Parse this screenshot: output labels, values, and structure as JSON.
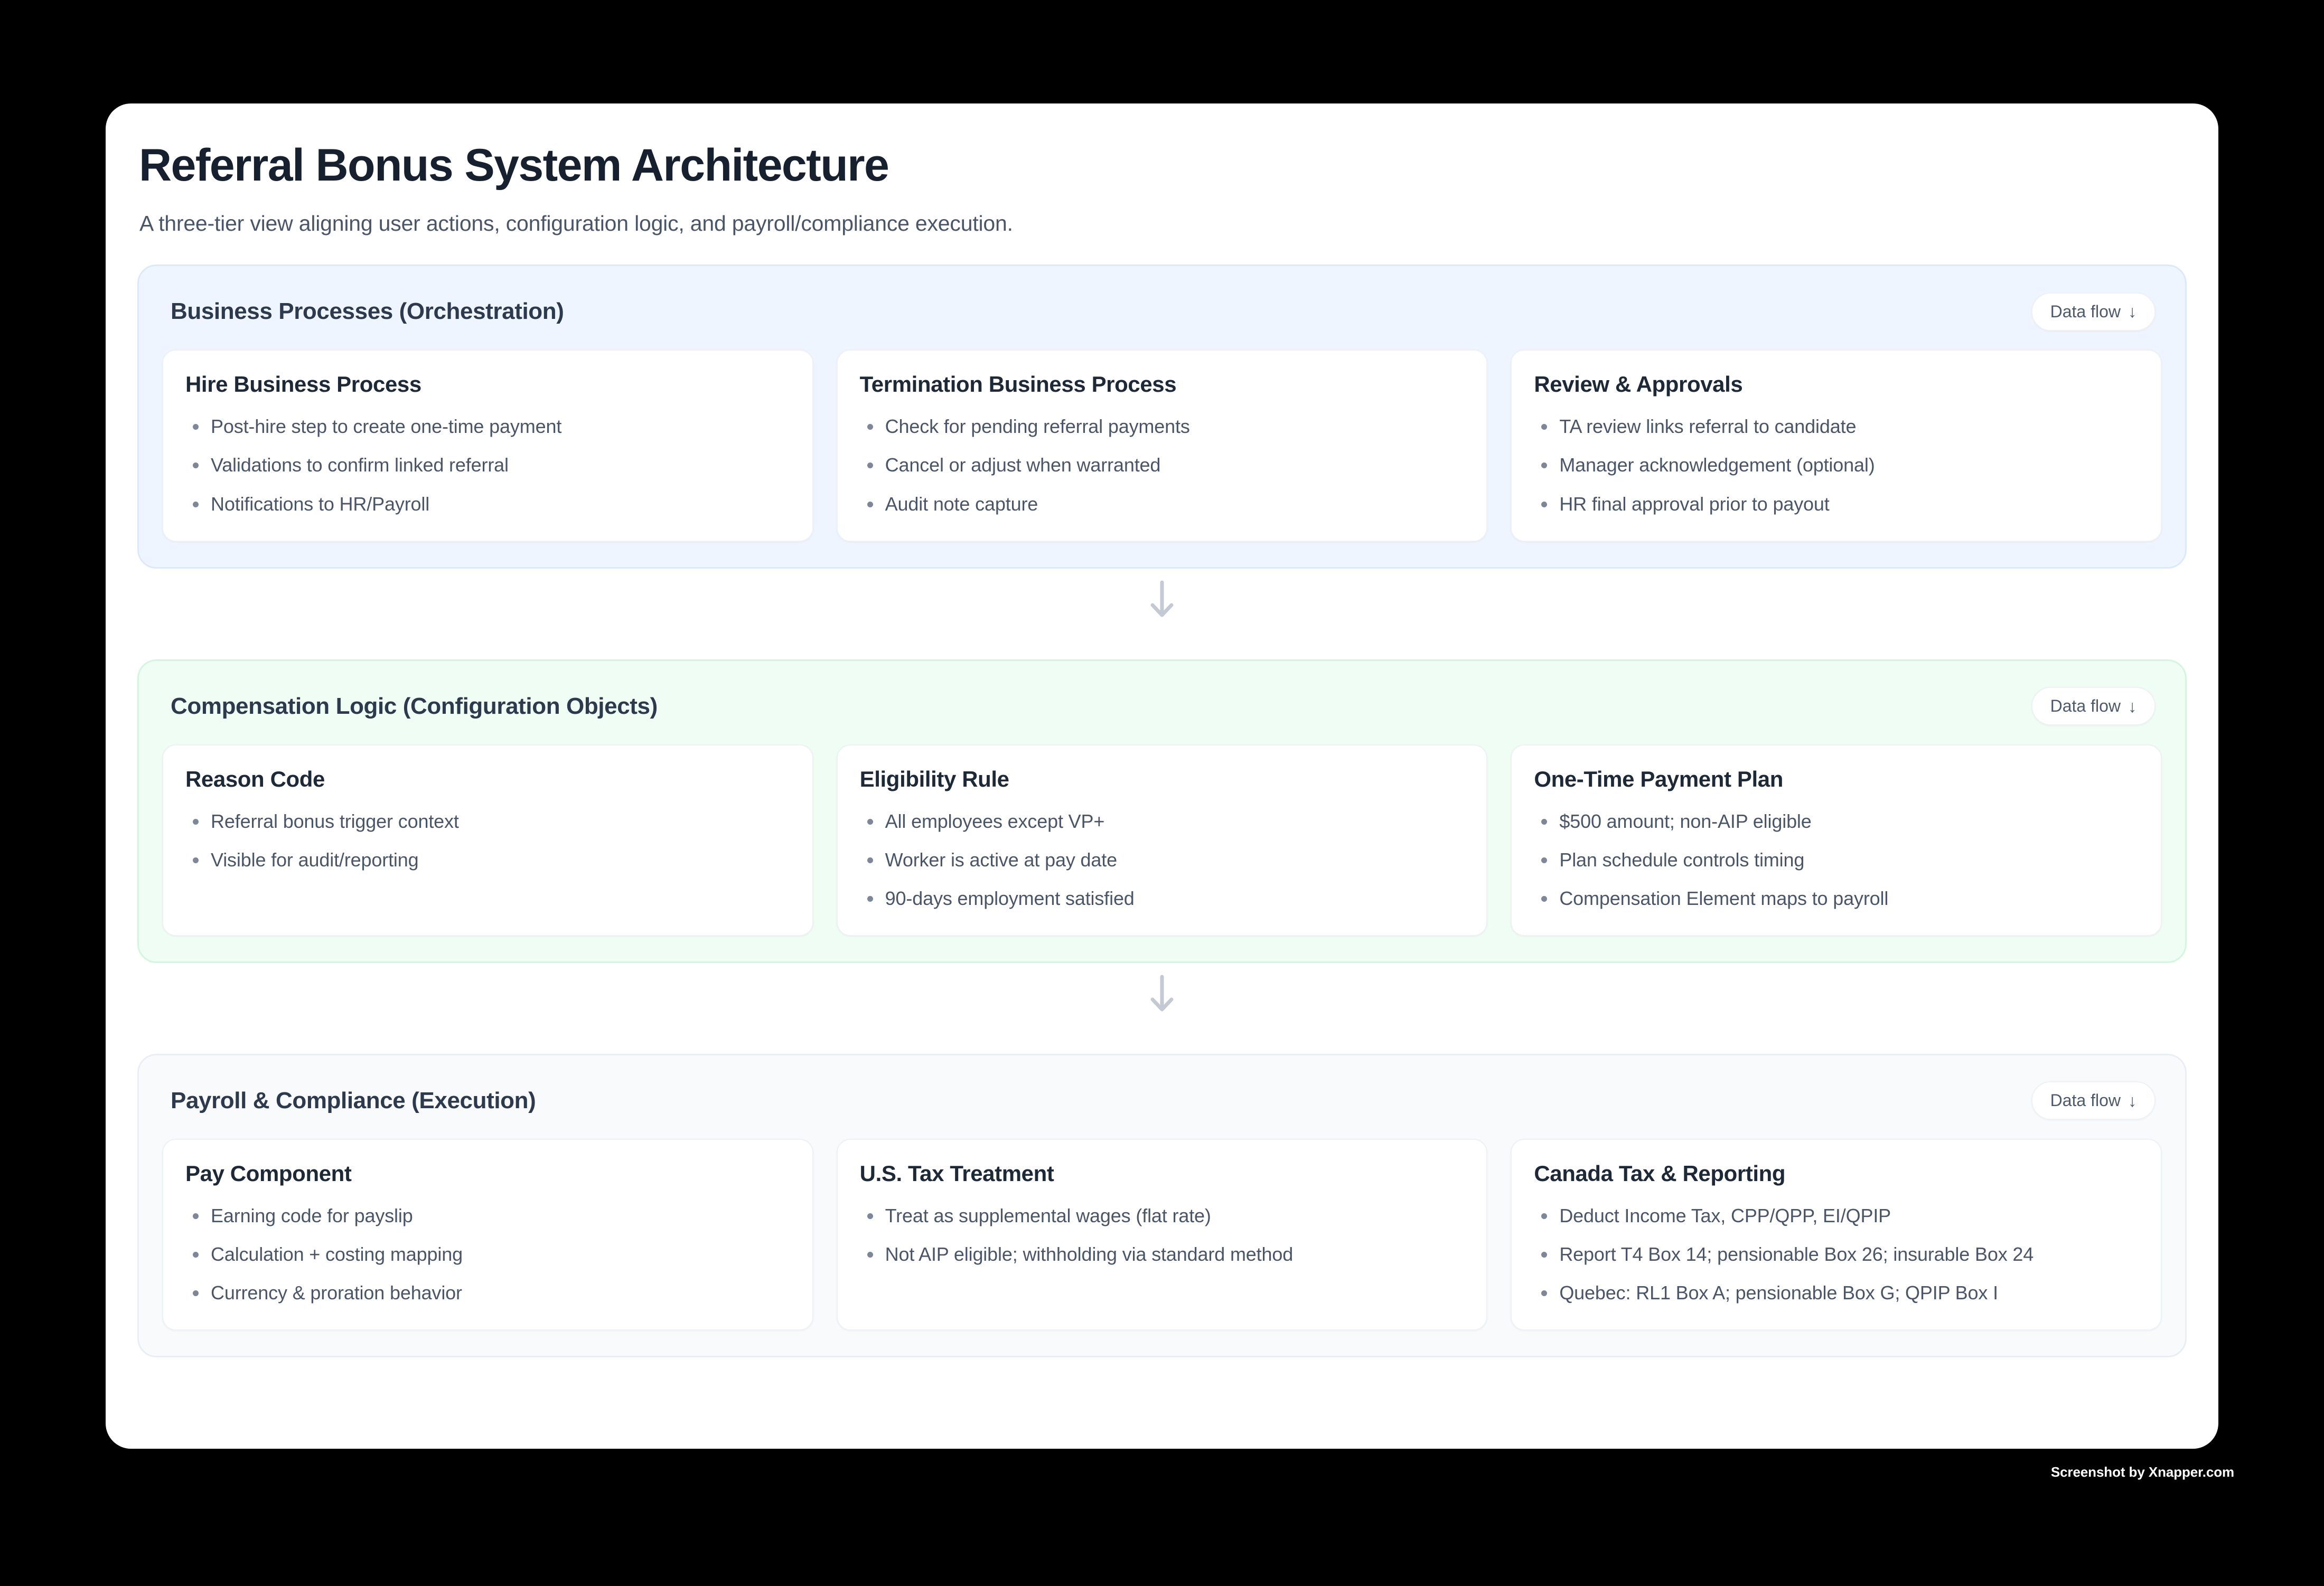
{
  "header": {
    "title": "Referral Bonus System Architecture",
    "subtitle": "A three-tier view aligning user actions, configuration logic, and payroll/compliance execution."
  },
  "flow_badge": {
    "label": "Data flow",
    "arrow": "↓"
  },
  "connector_icon": "arrow-down",
  "colors": {
    "tier1_bg": "#eef5fe",
    "tier1_border": "#dce9fb",
    "tier2_bg": "#effdf4",
    "tier2_border": "#d4f5e0",
    "tier3_bg": "#f8fafc",
    "tier3_border": "#eaeef3",
    "card_bg": "#ffffff",
    "page_bg": "#000000",
    "title_text": "#17202e",
    "body_text": "#4a5668"
  },
  "tiers": [
    {
      "title": "Business Processes (Orchestration)",
      "cards": [
        {
          "title": "Hire Business Process",
          "bullets": [
            "Post-hire step to create one-time payment",
            "Validations to confirm linked referral",
            "Notifications to HR/Payroll"
          ]
        },
        {
          "title": "Termination Business Process",
          "bullets": [
            "Check for pending referral payments",
            "Cancel or adjust when warranted",
            "Audit note capture"
          ]
        },
        {
          "title": "Review & Approvals",
          "bullets": [
            "TA review links referral to candidate",
            "Manager acknowledgement (optional)",
            "HR final approval prior to payout"
          ]
        }
      ]
    },
    {
      "title": "Compensation Logic (Configuration Objects)",
      "cards": [
        {
          "title": "Reason Code",
          "bullets": [
            "Referral bonus trigger context",
            "Visible for audit/reporting"
          ]
        },
        {
          "title": "Eligibility Rule",
          "bullets": [
            "All employees except VP+",
            "Worker is active at pay date",
            "90-days employment satisfied"
          ]
        },
        {
          "title": "One-Time Payment Plan",
          "bullets": [
            "$500 amount; non-AIP eligible",
            "Plan schedule controls timing",
            "Compensation Element maps to payroll"
          ]
        }
      ]
    },
    {
      "title": "Payroll & Compliance (Execution)",
      "cards": [
        {
          "title": "Pay Component",
          "bullets": [
            "Earning code for payslip",
            "Calculation + costing mapping",
            "Currency & proration behavior"
          ]
        },
        {
          "title": "U.S. Tax Treatment",
          "bullets": [
            "Treat as supplemental wages (flat rate)",
            "Not AIP eligible; withholding via standard method"
          ]
        },
        {
          "title": "Canada Tax & Reporting",
          "bullets": [
            "Deduct Income Tax, CPP/QPP, EI/QPIP",
            "Report T4 Box 14; pensionable Box 26; insurable Box 24",
            "Quebec: RL1 Box A; pensionable Box G; QPIP Box I"
          ]
        }
      ]
    }
  ],
  "watermark": "Screenshot by Xnapper.com"
}
